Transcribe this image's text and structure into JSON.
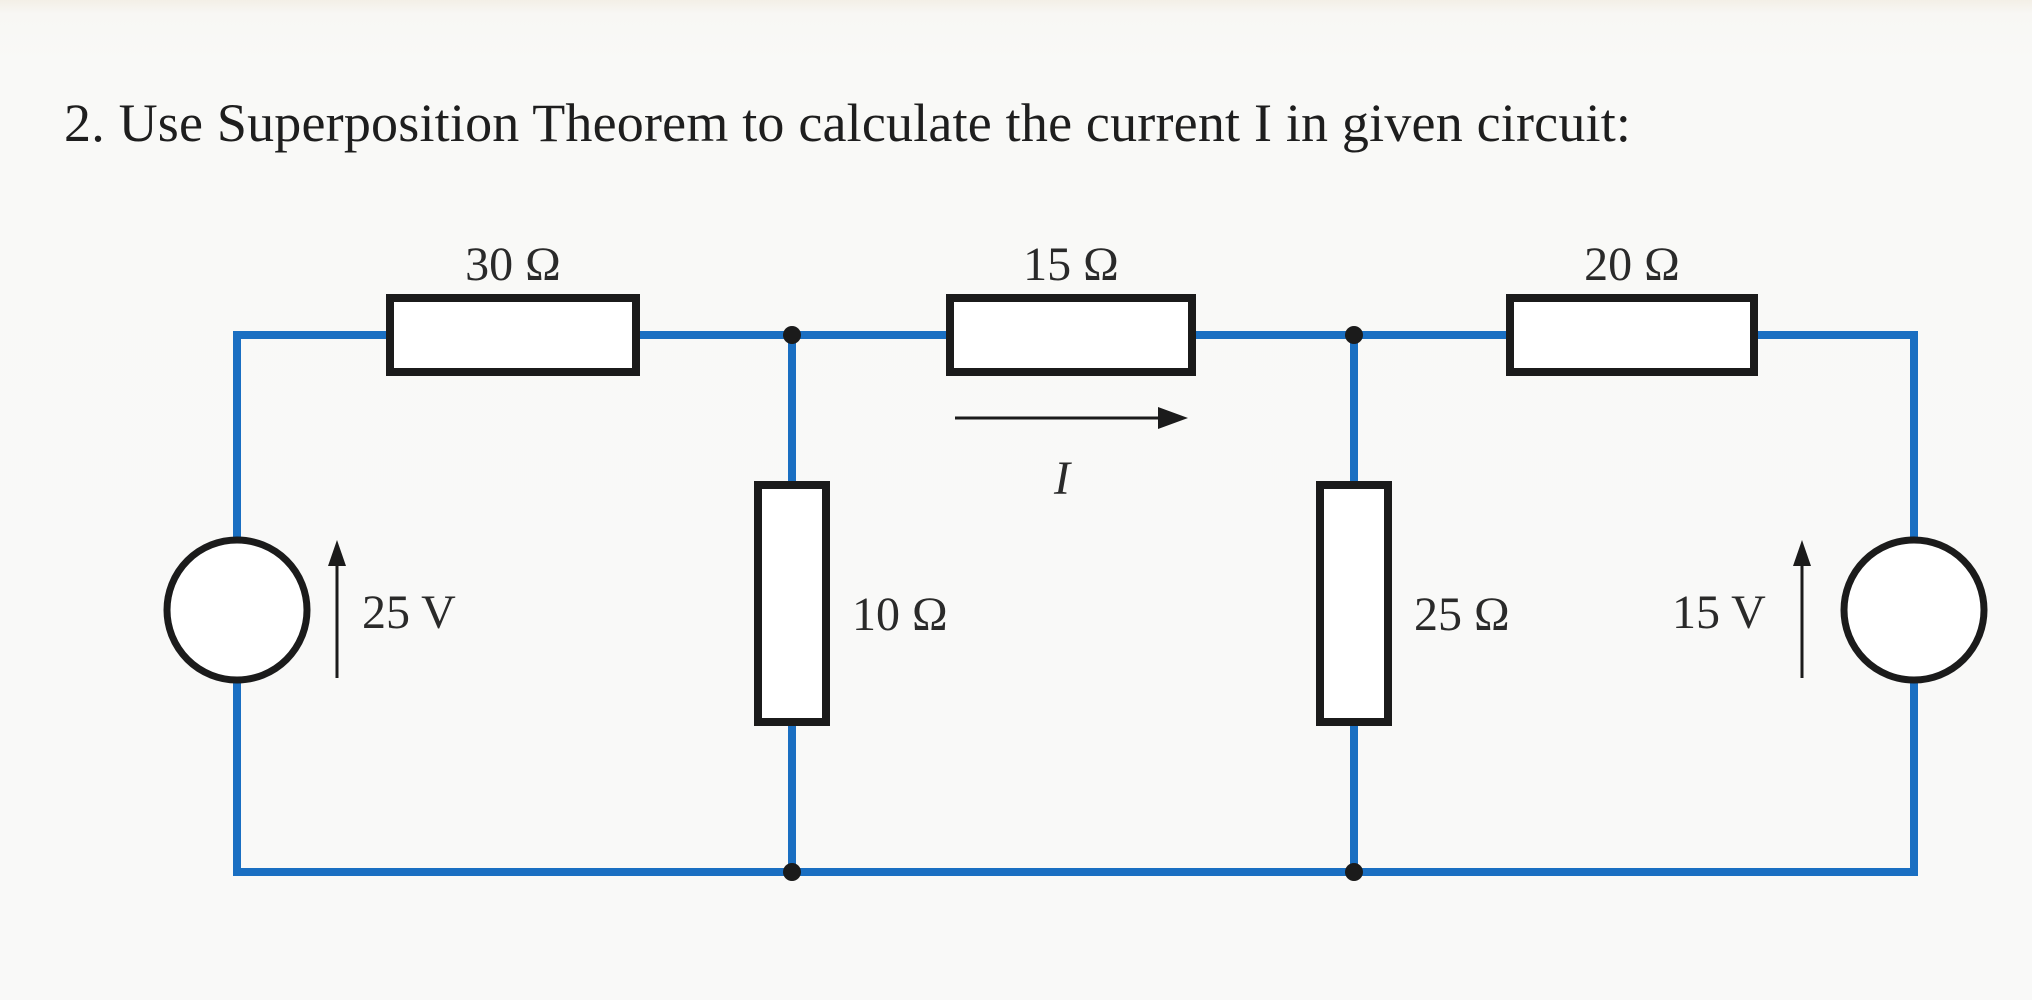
{
  "question": {
    "text": "2. Use Superposition Theorem to calculate the current I in given circuit:"
  },
  "circuit": {
    "resistors": {
      "r_top_left": "30 Ω",
      "r_top_middle": "15 Ω",
      "r_top_right": "20 Ω",
      "r_shunt_left": "10 Ω",
      "r_shunt_right": "25 Ω"
    },
    "sources": {
      "left": "25 V",
      "right": "15 V"
    },
    "current_label": "I",
    "colors": {
      "wire": "#1a6fc2",
      "component": "#1b1b1b"
    }
  }
}
